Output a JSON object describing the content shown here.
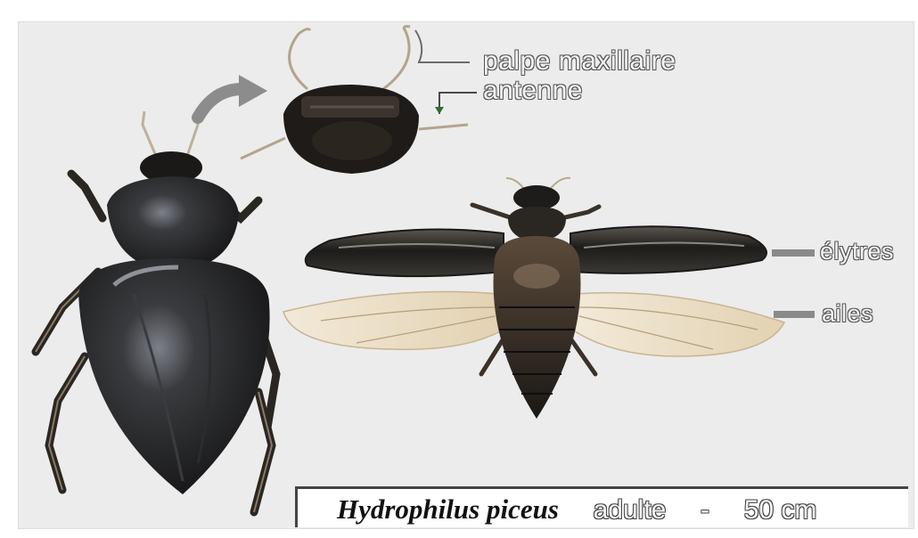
{
  "labels": {
    "palpe": "palpe maxillaire",
    "antenne": "antenne",
    "elytres": "élytres",
    "ailes": "ailes"
  },
  "caption": {
    "species": "Hydrophilus piceus",
    "stage": "adulte",
    "separator": "-",
    "size": "50 cm"
  },
  "colors": {
    "background": "#ececec",
    "beetle_body": "#1b1a18",
    "wing": "#eadcc3",
    "leader_line": "#6b6b6b"
  },
  "figures": [
    "beetle-side-view",
    "beetle-head-detail",
    "beetle-spread-wings"
  ]
}
